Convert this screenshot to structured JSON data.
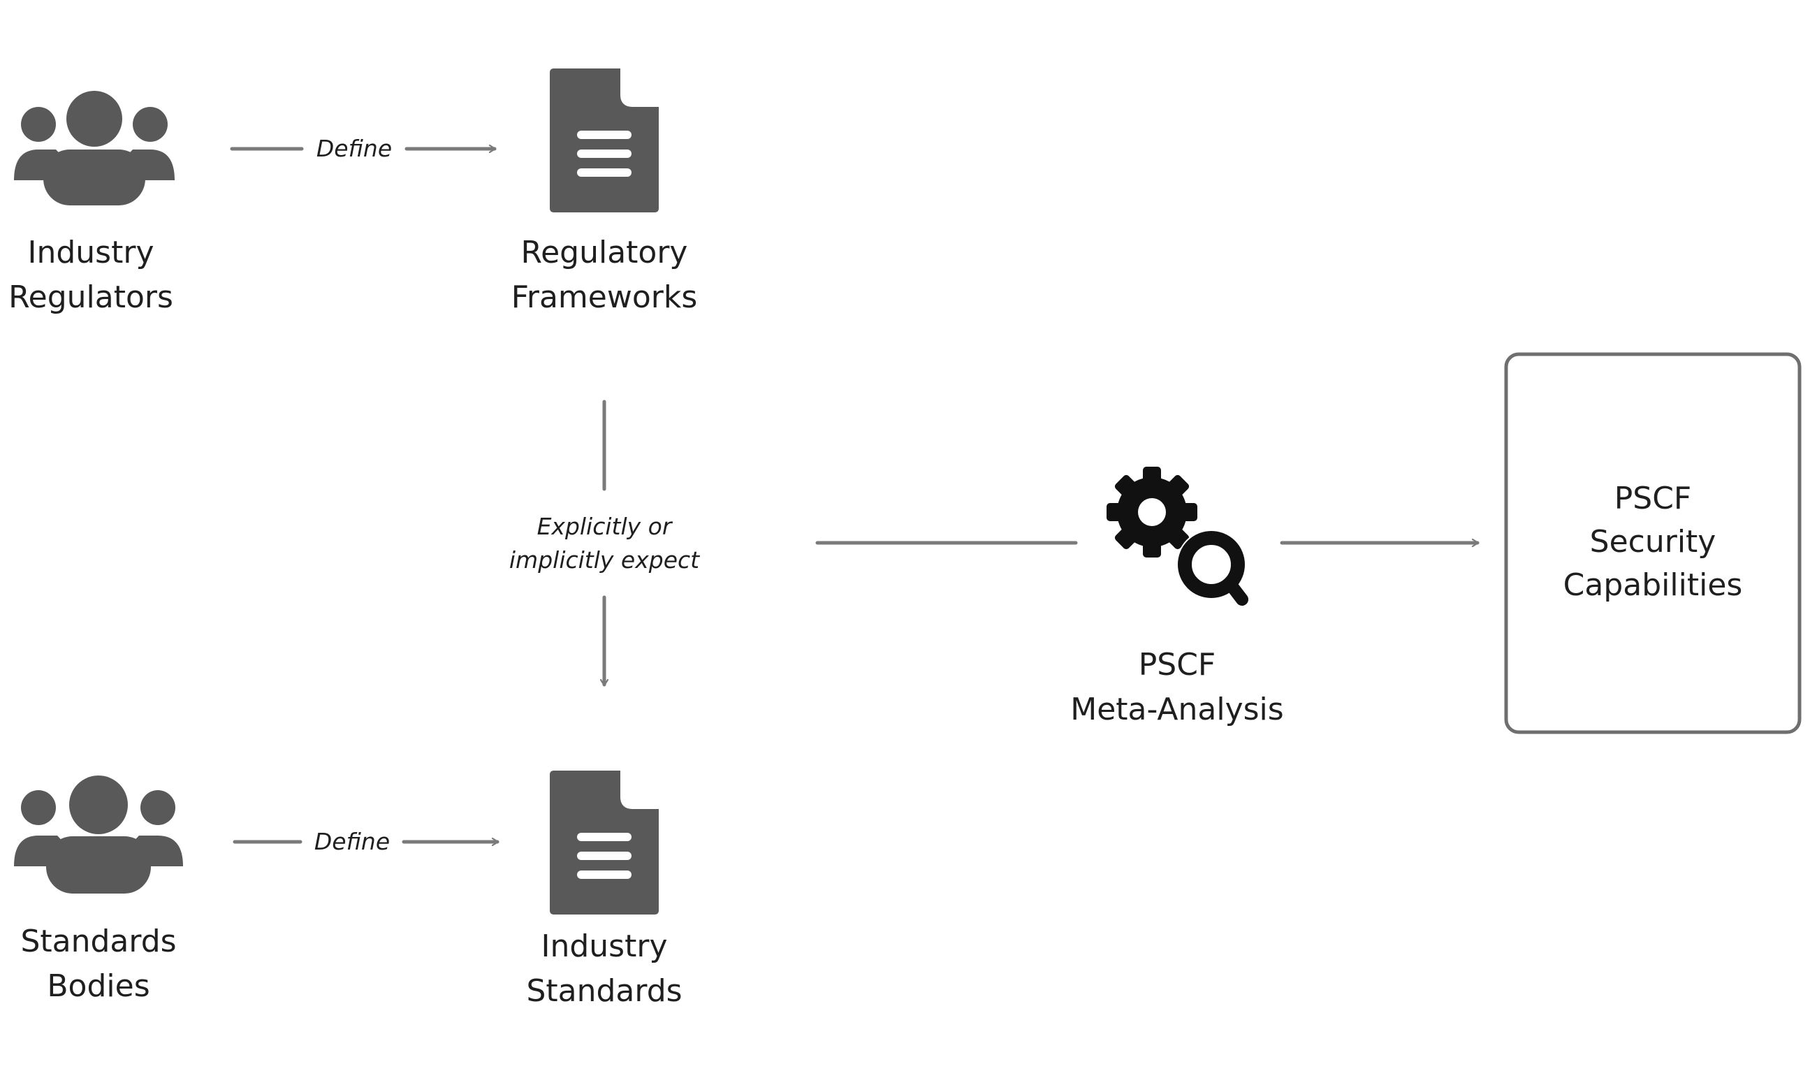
{
  "nodes": {
    "industry_regulators": {
      "line1": "Industry",
      "line2": "Regulators",
      "icon": "people-group-icon"
    },
    "regulatory_frameworks": {
      "line1": "Regulatory",
      "line2": "Frameworks",
      "icon": "document-icon"
    },
    "standards_bodies": {
      "line1": "Standards",
      "line2": "Bodies",
      "icon": "people-group-icon"
    },
    "industry_standards": {
      "line1": "Industry",
      "line2": "Standards",
      "icon": "document-icon"
    },
    "pscf_meta_analysis": {
      "line1": "PSCF",
      "line2": "Meta-Analysis",
      "icon": "gear-magnifier-icon"
    },
    "pscf_security_capabilities": {
      "line1": "PSCF",
      "line2": "Security",
      "line3": "Capabilities"
    }
  },
  "edges": {
    "regulators_define": {
      "label": "Define"
    },
    "standards_define": {
      "label": "Define"
    },
    "expect": {
      "line1": "Explicitly or",
      "line2": "implicitly expect"
    }
  },
  "colors": {
    "icon": "#595959",
    "icon_dark": "#111111",
    "arrow": "#7a7a7a",
    "box_border": "#6f6f6f",
    "text": "#1f1f1f"
  }
}
